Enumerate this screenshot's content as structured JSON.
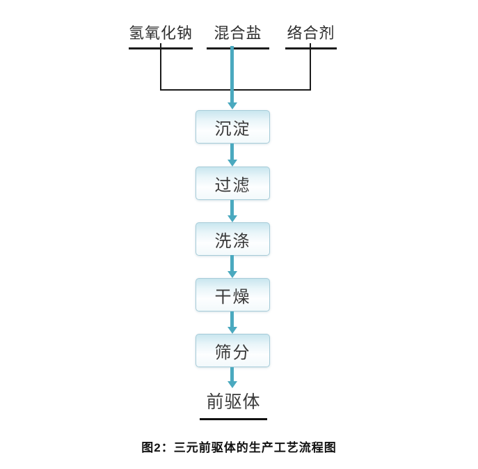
{
  "diagram": {
    "inputs": [
      {
        "label": "氢氧化钠"
      },
      {
        "label": "混合盐"
      },
      {
        "label": "络合剂"
      }
    ],
    "stages": [
      "沉淀",
      "过滤",
      "洗涤",
      "干燥",
      "筛分"
    ],
    "output": "前驱体",
    "caption": "图2：三元前驱体的生产工艺流程图",
    "colors": {
      "arrow": "#4aa9bf",
      "line": "#1a1a1a",
      "box_border": "#a6cbd8",
      "text": "#3a3a3a"
    }
  }
}
